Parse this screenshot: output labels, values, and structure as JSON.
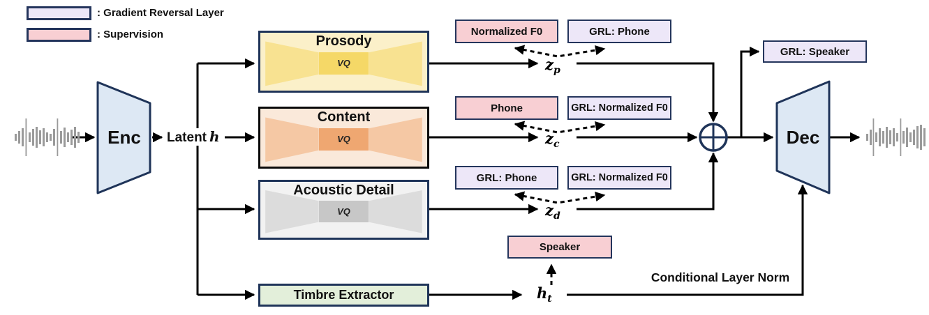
{
  "legend": {
    "grl_label": ": Gradient Reversal Layer",
    "supervision_label": ": Supervision"
  },
  "encoder_label": "Enc",
  "decoder_label": "Dec",
  "latent": {
    "prefix": "Latent",
    "symbol": "h"
  },
  "modules": {
    "prosody": {
      "title": "Prosody",
      "vq": "VQ"
    },
    "content": {
      "title": "Content",
      "vq": "VQ"
    },
    "acoustic": {
      "title": "Acoustic Detail",
      "vq": "VQ"
    }
  },
  "timbre_label": "Timbre Extractor",
  "sup": {
    "norm_f0": "Normalized F0",
    "grl_phone_top": "GRL: Phone",
    "phone": "Phone",
    "grl_norm_f0_mid": "GRL: Normalized F0",
    "grl_phone_bot": "GRL: Phone",
    "grl_norm_f0_bot": "GRL: Normalized F0",
    "speaker": "Speaker",
    "grl_speaker": "GRL: Speaker"
  },
  "latents": {
    "zp": {
      "base": "z",
      "sub": "p"
    },
    "zc": {
      "base": "z",
      "sub": "c"
    },
    "zd": {
      "base": "z",
      "sub": "d"
    },
    "ht": {
      "base": "h",
      "sub": "t"
    }
  },
  "cln_label": "Conditional Layer Norm",
  "colors": {
    "navy_border": "#24355c",
    "grl_fill": "#ede7f8",
    "supervision_fill": "#f8cfd3",
    "enc_dec_fill": "#dde8f4",
    "prosody": {
      "outer": "#fbf0c9",
      "mid": "#f8e291",
      "vq": "#f5d867"
    },
    "content": {
      "outer": "#fae9da",
      "mid": "#f5c8a4",
      "vq": "#efa771"
    },
    "acoustic": {
      "outer": "#f2f2f2",
      "mid": "#dcdcdc",
      "vq": "#c7c7c7"
    },
    "timbre_fill": "#e3efda",
    "wire": "#000000",
    "waveform": "#9a9a9a"
  }
}
